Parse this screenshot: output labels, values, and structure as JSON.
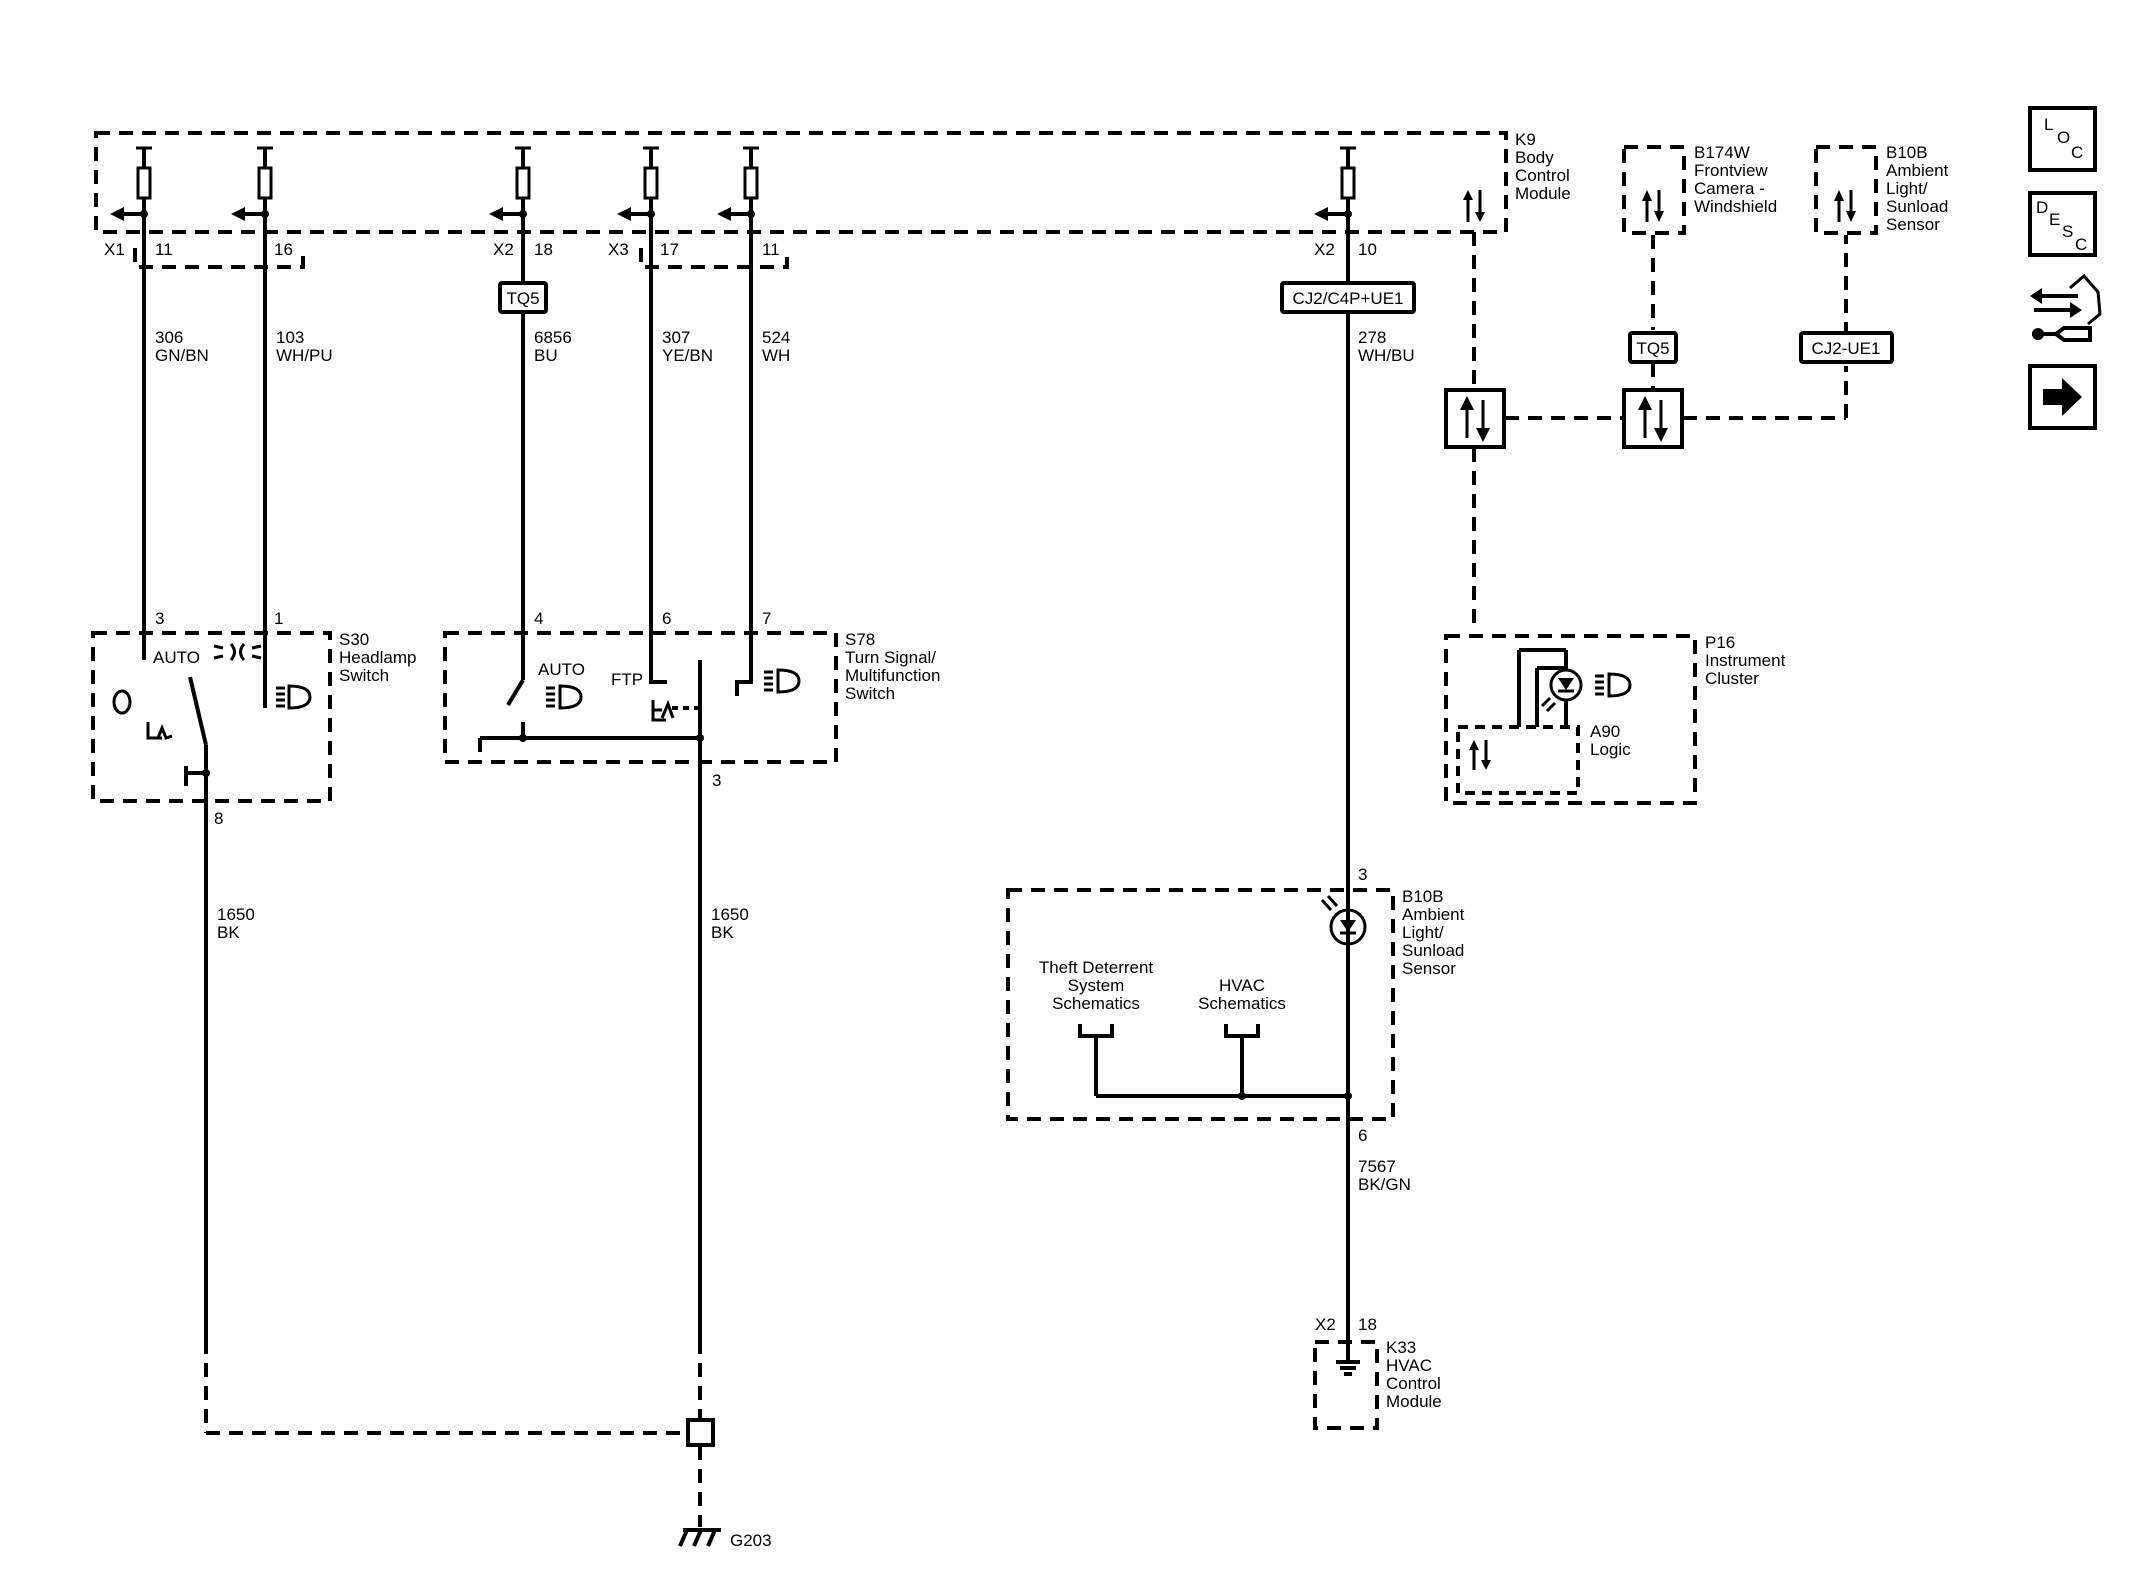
{
  "components": {
    "k9": {
      "lines": [
        "K9",
        "Body",
        "Control",
        "Module"
      ]
    },
    "b174w": {
      "lines": [
        "B174W",
        "Frontview",
        "Camera -",
        "Windshield"
      ]
    },
    "b10b_top": {
      "lines": [
        "B10B",
        "Ambient",
        "Light/",
        "Sunload",
        "Sensor"
      ]
    },
    "s30": {
      "lines": [
        "S30",
        "Headlamp",
        "Switch"
      ]
    },
    "s78": {
      "lines": [
        "S78",
        "Turn Signal/",
        "Multifunction",
        "Switch"
      ]
    },
    "p16": {
      "lines": [
        "P16",
        "Instrument",
        "Cluster"
      ]
    },
    "a90": {
      "lines": [
        "A90",
        "Logic"
      ]
    },
    "b10b": {
      "lines": [
        "B10B",
        "Ambient",
        "Light/",
        "Sunload",
        "Sensor"
      ]
    },
    "k33": {
      "lines": [
        "K33",
        "HVAC",
        "Control",
        "Module"
      ]
    }
  },
  "connectors": {
    "x1": "X1",
    "x2a": "X2",
    "x3": "X3",
    "x2b": "X2",
    "x2c": "X2"
  },
  "pins": {
    "k9_11a": "11",
    "k9_16": "16",
    "k9_18": "18",
    "k9_17": "17",
    "k9_11b": "11",
    "k9_10": "10",
    "s30_3": "3",
    "s30_1": "1",
    "s30_8": "8",
    "s78_4": "4",
    "s78_6": "6",
    "s78_7": "7",
    "s78_3": "3",
    "b10b_3": "3",
    "b10b_6": "6",
    "k33_18": "18"
  },
  "wires": {
    "w306": {
      "num": "306",
      "color": "GN/BN"
    },
    "w103": {
      "num": "103",
      "color": "WH/PU"
    },
    "w6856": {
      "num": "6856",
      "color": "BU"
    },
    "w307": {
      "num": "307",
      "color": "YE/BN"
    },
    "w524": {
      "num": "524",
      "color": "WH"
    },
    "w278": {
      "num": "278",
      "color": "WH/BU"
    },
    "w1650a": {
      "num": "1650",
      "color": "BK"
    },
    "w1650b": {
      "num": "1650",
      "color": "BK"
    },
    "w7567": {
      "num": "7567",
      "color": "BK/GN"
    }
  },
  "boxes": {
    "tq5_a": "TQ5",
    "cj2_full": "CJ2/C4P+UE1",
    "tq5_b": "TQ5",
    "cj2_ue1": "CJ2-UE1"
  },
  "switch_labels": {
    "s30_auto": "AUTO",
    "s78_auto": "AUTO",
    "s78_ftp": "FTP"
  },
  "references": {
    "theft": [
      "Theft Deterrent",
      "System",
      "Schematics"
    ],
    "hvac": [
      "HVAC",
      "Schematics"
    ]
  },
  "ground": {
    "label": "G203"
  },
  "nav_buttons": {
    "loc": [
      "L",
      "O",
      "C"
    ],
    "desc": [
      "D",
      "E",
      "S",
      "C"
    ]
  }
}
